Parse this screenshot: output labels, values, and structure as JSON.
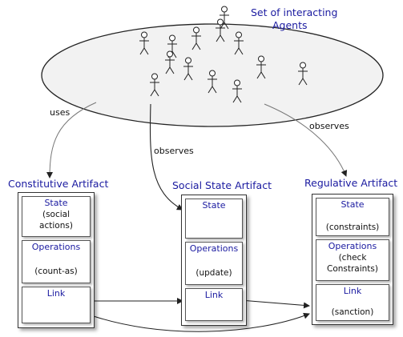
{
  "agents": {
    "group_title_line1": "Set of interacting",
    "group_title_line2": "Agents"
  },
  "edges": {
    "uses": "uses",
    "observes_social": "observes",
    "observes_regulative": "observes"
  },
  "artifacts": {
    "constitutive": {
      "title": "Constitutive Artifact",
      "state_label": "State",
      "state_value_line1": "(social",
      "state_value_line2": "actions)",
      "operations_label": "Operations",
      "operations_value": "(count-as)",
      "link_label": "Link"
    },
    "social": {
      "title": "Social State Artifact",
      "state_label": "State",
      "operations_label": "Operations",
      "operations_value": "(update)",
      "link_label": "Link"
    },
    "regulative": {
      "title": "Regulative Artifact",
      "state_label": "State",
      "state_value": "(constraints)",
      "operations_label": "Operations",
      "operations_value_line1": "(check",
      "operations_value_line2": "Constraints)",
      "link_label": "Link",
      "link_value": "(sanction)"
    }
  },
  "colors": {
    "label_blue": "#1a1aa0",
    "ellipse_fill": "#f2f2f2",
    "stroke": "#222222"
  }
}
